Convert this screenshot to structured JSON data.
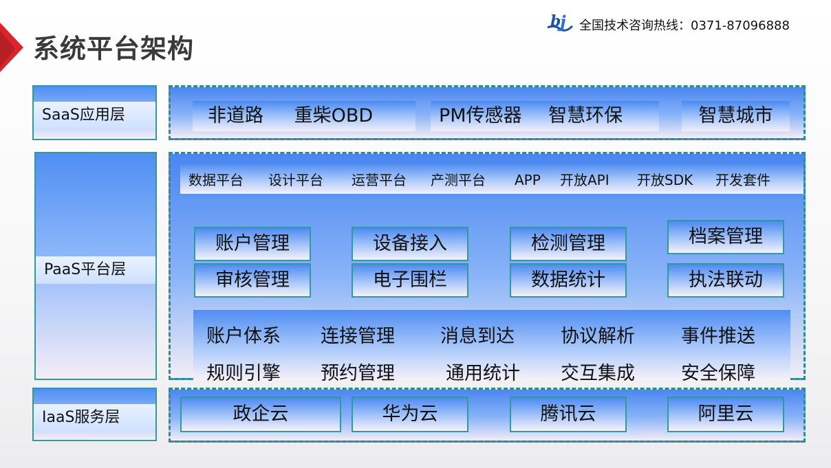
{
  "header": {
    "title": "系统平台架构",
    "hotline": "全国技术咨询热线：0371-87096888"
  },
  "layers": {
    "saas": "SaaS应用层",
    "paas": "PaaS平台层",
    "iaas": "IaaS服务层"
  },
  "saas_apps": [
    "非道路",
    "重柴OBD",
    "PM传感器",
    "智慧环保",
    "智慧城市"
  ],
  "paas_platforms": [
    "数据平台",
    "设计平台",
    "运营平台",
    "产测平台",
    "APP",
    "开放API",
    "开放SDK",
    "开发套件"
  ],
  "paas_modules": [
    "账户管理",
    "设备接入",
    "检测管理",
    "档案管理",
    "审核管理",
    "电子围栏",
    "数据统计",
    "执法联动"
  ],
  "paas_core": [
    "账户体系",
    "连接管理",
    "消息到达",
    "协议解析",
    "事件推送",
    "规则引擎",
    "预约管理",
    "通用统计",
    "交互集成",
    "安全保障"
  ],
  "iaas_clouds": [
    "政企云",
    "华为云",
    "腾讯云",
    "阿里云"
  ],
  "colors": {
    "accent_red": "#d8262c",
    "border_teal": "#2b8c8c",
    "fill_blue": "#4a86f0"
  }
}
